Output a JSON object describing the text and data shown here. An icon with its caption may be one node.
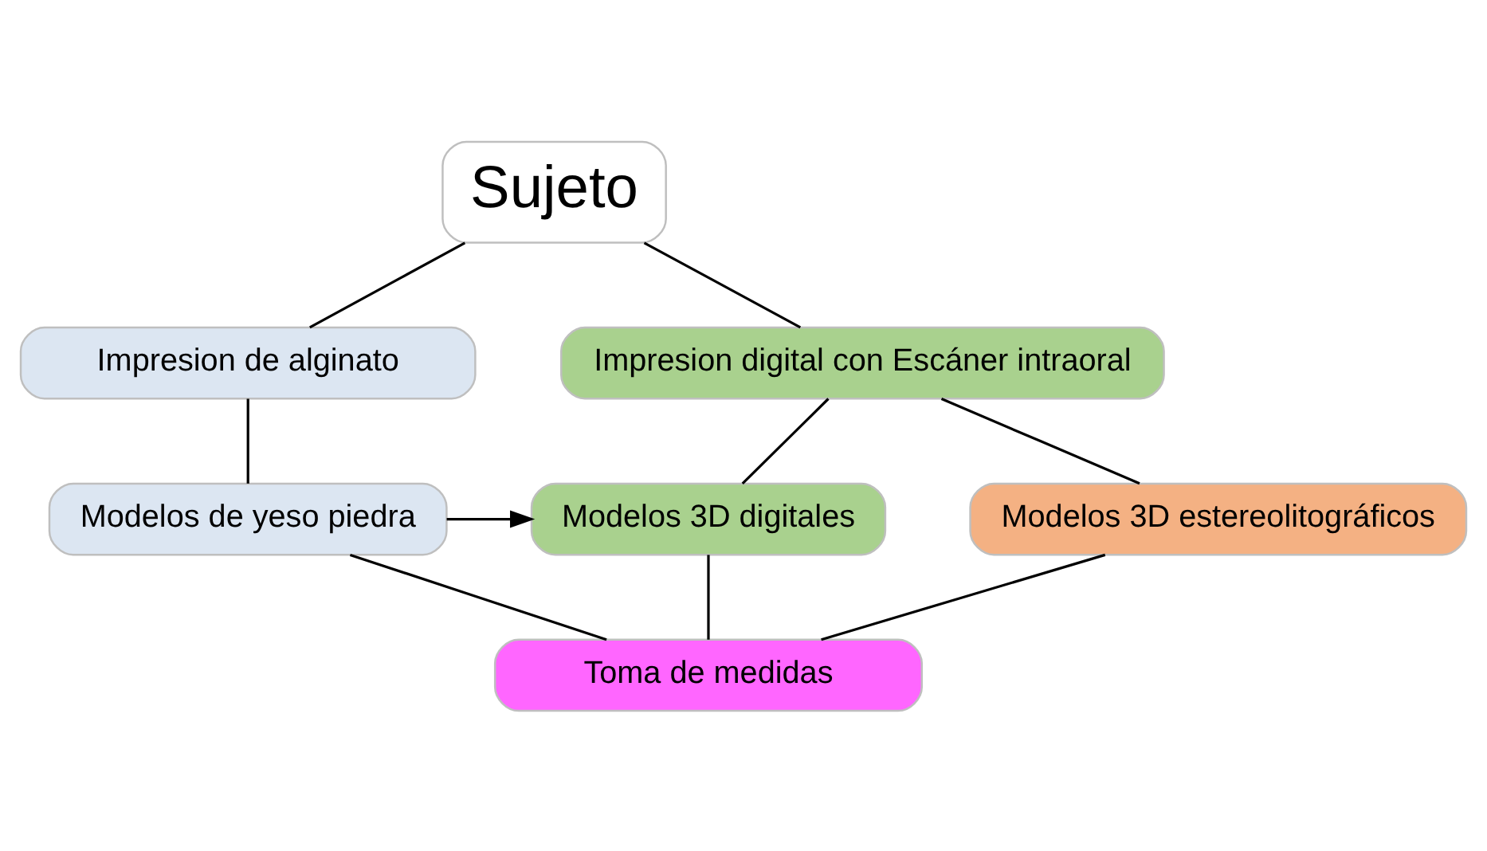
{
  "diagram": {
    "nodes": [
      {
        "text": [
          "Sujeto"
        ]
      },
      {
        "text": [
          "Impresion de alginato"
        ]
      },
      {
        "text": [
          "Impresion digital con Escáner intraoral"
        ]
      },
      {
        "text": [
          "Modelos de yeso piedra"
        ]
      },
      {
        "text": [
          "Modelos 3D digitales"
        ]
      },
      {
        "text": [
          "Modelos 3D estereolitográficos"
        ]
      },
      {
        "text": [
          "Toma de medidas"
        ]
      }
    ],
    "edges": [
      {
        "from": 0,
        "to": 1,
        "arrow": "none"
      },
      {
        "from": 0,
        "to": 2,
        "arrow": "none"
      },
      {
        "from": 1,
        "to": 3,
        "arrow": "none"
      },
      {
        "from": 2,
        "to": 4,
        "arrow": "none"
      },
      {
        "from": 2,
        "to": 5,
        "arrow": "none"
      },
      {
        "from": 3,
        "to": 4,
        "arrow": "to"
      },
      {
        "from": 3,
        "to": 6,
        "arrow": "none"
      },
      {
        "from": 4,
        "to": 6,
        "arrow": "none"
      },
      {
        "from": 5,
        "to": 6,
        "arrow": "none"
      }
    ]
  }
}
